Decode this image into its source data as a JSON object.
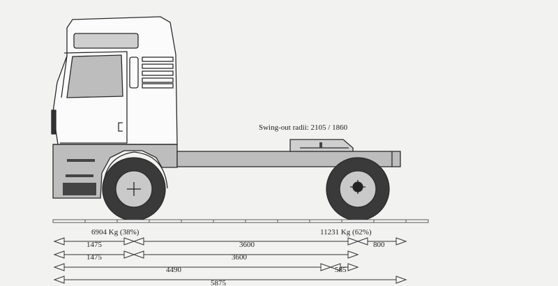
{
  "diagram": {
    "swing_out_radii": "Swing-out radii: 2105 / 1860",
    "axle_loads": {
      "front": "6904 Kg (38%)",
      "rear": "11231 Kg (62%)"
    },
    "dimension_rows": [
      {
        "segments": [
          {
            "value": "1475"
          },
          {
            "value": "3600"
          },
          {
            "value": "800"
          }
        ]
      },
      {
        "segments": [
          {
            "value": "1475"
          },
          {
            "value": "3600"
          }
        ]
      },
      {
        "segments": [
          {
            "value": "4490"
          },
          {
            "value": "585"
          }
        ]
      },
      {
        "segments": [
          {
            "value": "5875"
          }
        ]
      }
    ]
  }
}
